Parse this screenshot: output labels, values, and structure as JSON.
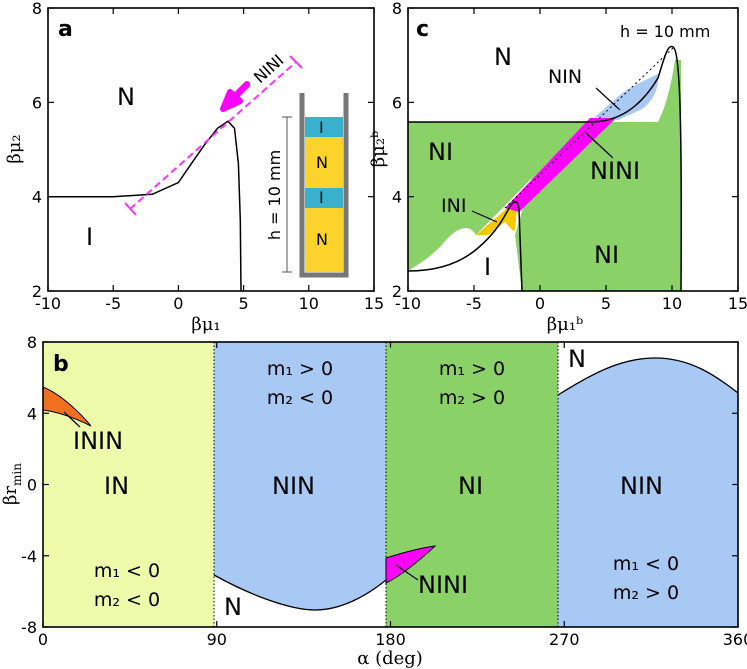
{
  "panels": {
    "a": {
      "letter": "a",
      "xlabel": "βμ₁",
      "ylabel": "βμ₂",
      "regions": {
        "N": "N",
        "I": "I"
      },
      "arrow_label": "NINI",
      "slab": {
        "h_label": "h = 10 mm",
        "layers": [
          "I",
          "N",
          "I",
          "N"
        ]
      }
    },
    "c": {
      "letter": "c",
      "xlabel": "βμ₁ᵇ",
      "ylabel": "βμ₂ᵇ",
      "h_label": "h = 10 mm",
      "regions": {
        "N": "N",
        "NIN": "NIN",
        "NI_left": "NI",
        "NINI": "NINI",
        "INI": "INI",
        "I": "I",
        "NI_right": "NI"
      }
    },
    "b": {
      "letter": "b",
      "xlabel": "α (deg)",
      "ylabel": "βr",
      "ylabel_sub": "min",
      "regions": {
        "IN": "IN",
        "NIN_1": "NIN",
        "NI": "NI",
        "NIN_2": "NIN",
        "ININ": "ININ",
        "NINI": "NINI",
        "N_bottom": "N",
        "N_top": "N"
      },
      "signs": [
        [
          "m₁ < 0",
          "m₂ < 0"
        ],
        [
          "m₁ > 0",
          "m₂ < 0"
        ],
        [
          "m₁ > 0",
          "m₂ > 0"
        ],
        [
          "m₁ < 0",
          "m₂ > 0"
        ]
      ]
    }
  },
  "colors": {
    "yellowgreen": "#eefbaa",
    "blue": "#a9c9f5",
    "green": "#8ad168",
    "magenta": "#ff00ff",
    "orange": "#f07020",
    "cyan": "#3ab1cc",
    "gold": "#fcd32a"
  },
  "chart_data": [
    {
      "type": "line",
      "panel": "a",
      "xlim": [
        -10,
        15
      ],
      "ylim": [
        2,
        8
      ],
      "xticks": [
        "-10",
        "-5",
        "0",
        "5",
        "10",
        "15"
      ],
      "yticks": [
        "2",
        "4",
        "6",
        "8"
      ],
      "series": [
        {
          "x": [
            -10,
            -5,
            -2,
            0,
            1,
            2,
            3,
            3.8,
            4.3,
            4.6,
            4.75,
            4.8
          ],
          "y": [
            4.0,
            4.0,
            4.05,
            4.3,
            4.7,
            5.1,
            5.45,
            5.6,
            5.45,
            4.7,
            3.5,
            2.0
          ]
        }
      ]
    },
    {
      "type": "area",
      "panel": "c",
      "xlim": [
        -10,
        15
      ],
      "ylim": [
        2,
        8
      ],
      "xticks": [
        "-10",
        "-5",
        "0",
        "5",
        "10",
        "15"
      ],
      "yticks": [
        "2",
        "4",
        "6",
        "8"
      ]
    },
    {
      "type": "area",
      "panel": "b",
      "xlim": [
        0,
        360
      ],
      "ylim": [
        -8,
        8
      ],
      "xticks": [
        "0",
        "90",
        "180",
        "270",
        "360"
      ],
      "yticks": [
        "-8",
        "-4",
        "0",
        "4",
        "8"
      ]
    }
  ]
}
